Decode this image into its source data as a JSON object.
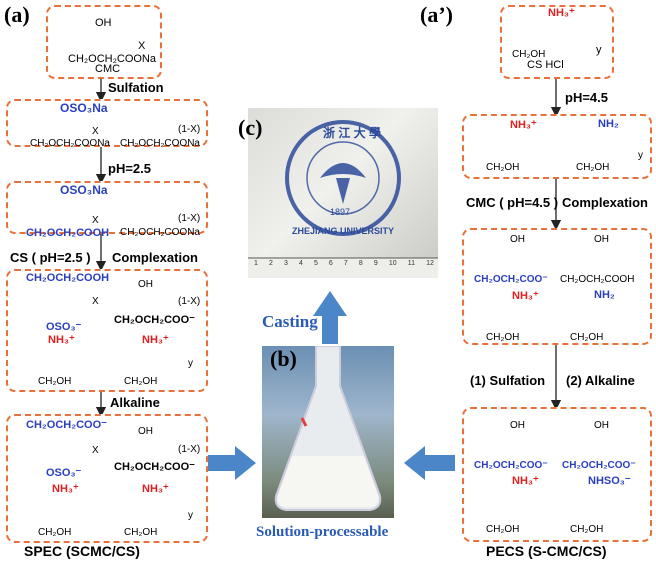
{
  "panels": {
    "a": "(a)",
    "a_prime": "(a’)",
    "b": "(b)",
    "c": "(c)"
  },
  "left": {
    "cmc_label": "CMC",
    "cmc_group": "CH₂OCH₂COONa",
    "steps": {
      "sulfation": "Sulfation",
      "ph": "pH=2.5",
      "cs_complexation_cs": "CS ( pH=2.5 )",
      "cs_complexation": "Complexation",
      "alkaline": "Alkaline"
    },
    "oso3na": "OSO₃Na",
    "ch2och2coona": "CH₂OCH₂COONa",
    "ch2och2cooh": "CH₂OCH₂COOH",
    "ch2och2coo": "CH₂OCH₂COO⁻",
    "oso3": "OSO₃⁻",
    "nh3": "NH₃⁺",
    "oh": "OH",
    "ch2oh": "CH₂OH",
    "x": "X",
    "one_minus_x": "(1-X)",
    "y": "y",
    "result": "SPEC (SCMC/CS)"
  },
  "right": {
    "cs_label": "CS   HCl",
    "nh3": "NH₃⁺",
    "nh2": "NH₂",
    "nhso3": "NHSO₃⁻",
    "steps": {
      "ph": "pH=4.5",
      "cmc": "CMC ( pH=4.5 )",
      "complexation": "Complexation",
      "sulfation": "(1)  Sulfation",
      "alkaline": "(2)  Alkaline"
    },
    "ch2och2coo": "CH₂OCH₂COO⁻",
    "ch2och2cooh": "CH₂OCH₂COOH",
    "ch2oh": "CH₂OH",
    "oh": "OH",
    "result": "PECS (S-CMC/CS)"
  },
  "center": {
    "casting": "Casting",
    "solution": "Solution-processable",
    "seal_text": "ZHEJIANG UNIVERSITY",
    "seal_chinese": "浙 江 大 學",
    "seal_year": "1897",
    "ruler_ticks": [
      "1",
      "2",
      "3",
      "4",
      "5",
      "6",
      "7",
      "8",
      "9",
      "10",
      "11",
      "12"
    ]
  },
  "colors": {
    "box_border": "#e8703a",
    "arrow_blue": "#4a86c8",
    "label_blue": "#2a3fc0",
    "label_red": "#e02020"
  }
}
